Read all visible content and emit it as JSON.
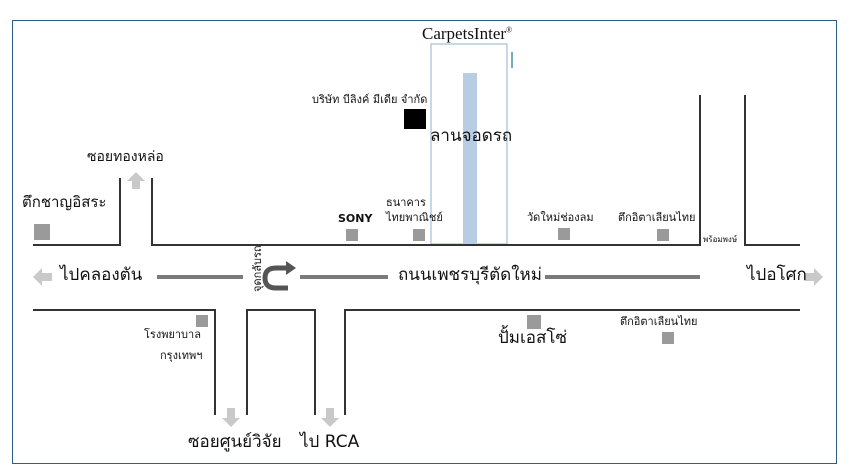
{
  "map": {
    "brand": "CarpetsInter",
    "brand_mark": "®",
    "colors": {
      "road": "#333333",
      "frame": "#2d5f86",
      "parking_outline": "#8fb3d3",
      "parking_fill": "#b8cde3",
      "marker": "#9a9a9a",
      "arrow": "#c9c9c9",
      "company_block": "#000000"
    },
    "labels": {
      "company": "บริษัท บีลิงค์ มีเดีย จำกัด",
      "parking": "ลานจอดรถ",
      "soi_thonglor": "ซอยทองหล่อ",
      "tuek_chanyu_issara": "ตึกชาญอิสระ",
      "sony": "SONY",
      "bank_line1": "ธนาคาร",
      "bank_line2": "ไทยพาณิชย์",
      "wat_mai_chonglom": "วัดใหม่ช่องลม",
      "italthai_north": "ตึกอิตาเลียนไทย",
      "phrompong": "พร้อมพงษ์",
      "to_khlongtan": "ไปคลองตัน",
      "u_turn": "จุดกลับรถ",
      "main_road": "ถนนเพชรบุรีตัดใหม่",
      "to_asok": "ไปอโศก",
      "hospital_line1": "โรงพยาบาล",
      "hospital_line2": "กรุงเทพฯ",
      "soi_research": "ซอยศูนย์วิจัย",
      "to_rca": "ไป RCA",
      "pump_shell": "ปั้มเอสโซ่",
      "italthai_south": "ตึกอิตาเลียนไทย"
    },
    "icons": [
      "arrow-up-icon",
      "arrow-left-icon",
      "arrow-right-icon",
      "arrow-down-icon",
      "u-turn-icon"
    ]
  }
}
